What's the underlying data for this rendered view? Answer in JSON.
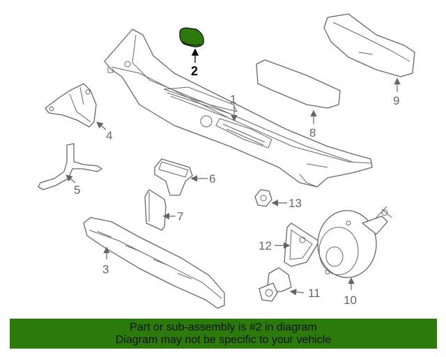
{
  "highlight_color": "#2b7a0b",
  "callouts": {
    "c1": "1",
    "c2": "2",
    "c3": "3",
    "c4": "4",
    "c5": "5",
    "c6": "6",
    "c7": "7",
    "c8": "8",
    "c9": "9",
    "c10": "10",
    "c11": "11",
    "c12": "12",
    "c13": "13"
  },
  "banner": {
    "line1": "Part or sub-assembly is #2 in diagram",
    "line2": "Diagram may not be specific to your vehicle"
  }
}
